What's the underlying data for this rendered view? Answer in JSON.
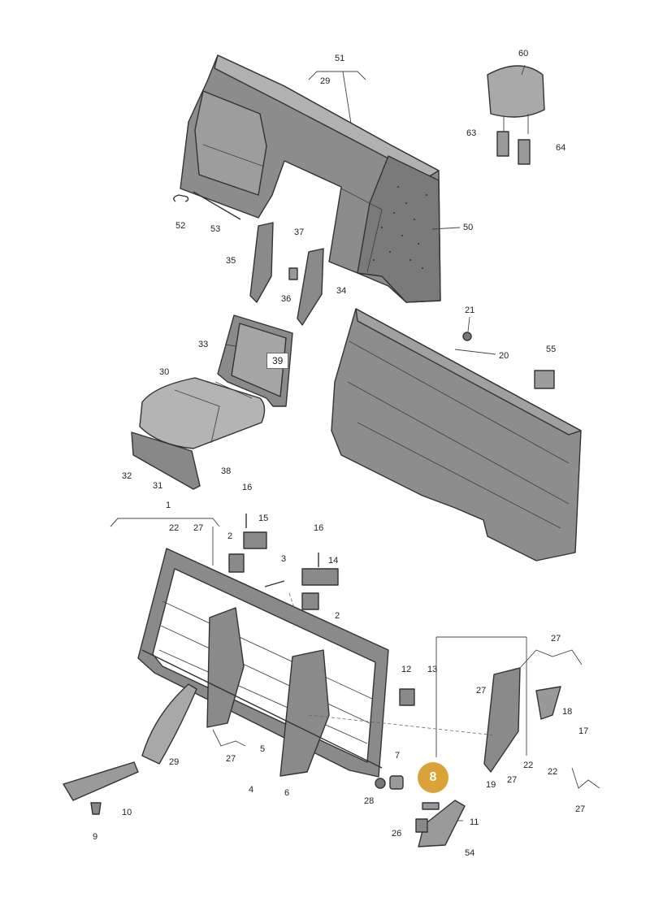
{
  "labels": {
    "l1": "1",
    "l2a": "2",
    "l2b": "2",
    "l3": "3",
    "l4": "4",
    "l5": "5",
    "l6": "6",
    "l7": "7",
    "l9": "9",
    "l10": "10",
    "l11": "11",
    "l12": "12",
    "l13": "13",
    "l14": "14",
    "l15": "15",
    "l16a": "16",
    "l16b": "16",
    "l17": "17",
    "l18": "18",
    "l19": "19",
    "l20": "20",
    "l21": "21",
    "l22a": "22",
    "l22b": "22",
    "l22c": "22",
    "l26": "26",
    "l27a": "27",
    "l27b": "27",
    "l27c": "27",
    "l27d": "27",
    "l27e": "27",
    "l27f": "27",
    "l28": "28",
    "l29a": "29",
    "l29b": "29",
    "l30": "30",
    "l31": "31",
    "l32": "32",
    "l33": "33",
    "l34": "34",
    "l35": "35",
    "l36": "36",
    "l37": "37",
    "l38": "38",
    "l39": "39",
    "l50": "50",
    "l51": "51",
    "l52": "52",
    "l53": "53",
    "l54": "54",
    "l55": "55",
    "l60": "60",
    "l63": "63",
    "l64": "64"
  },
  "highlight": {
    "number": "8",
    "color": "#d9a33a"
  },
  "colors": {
    "part_fill": "#8c8c8c",
    "part_light": "#b9b9b9",
    "part_dark": "#6b6b6b",
    "foam": "#9a9a9a"
  }
}
